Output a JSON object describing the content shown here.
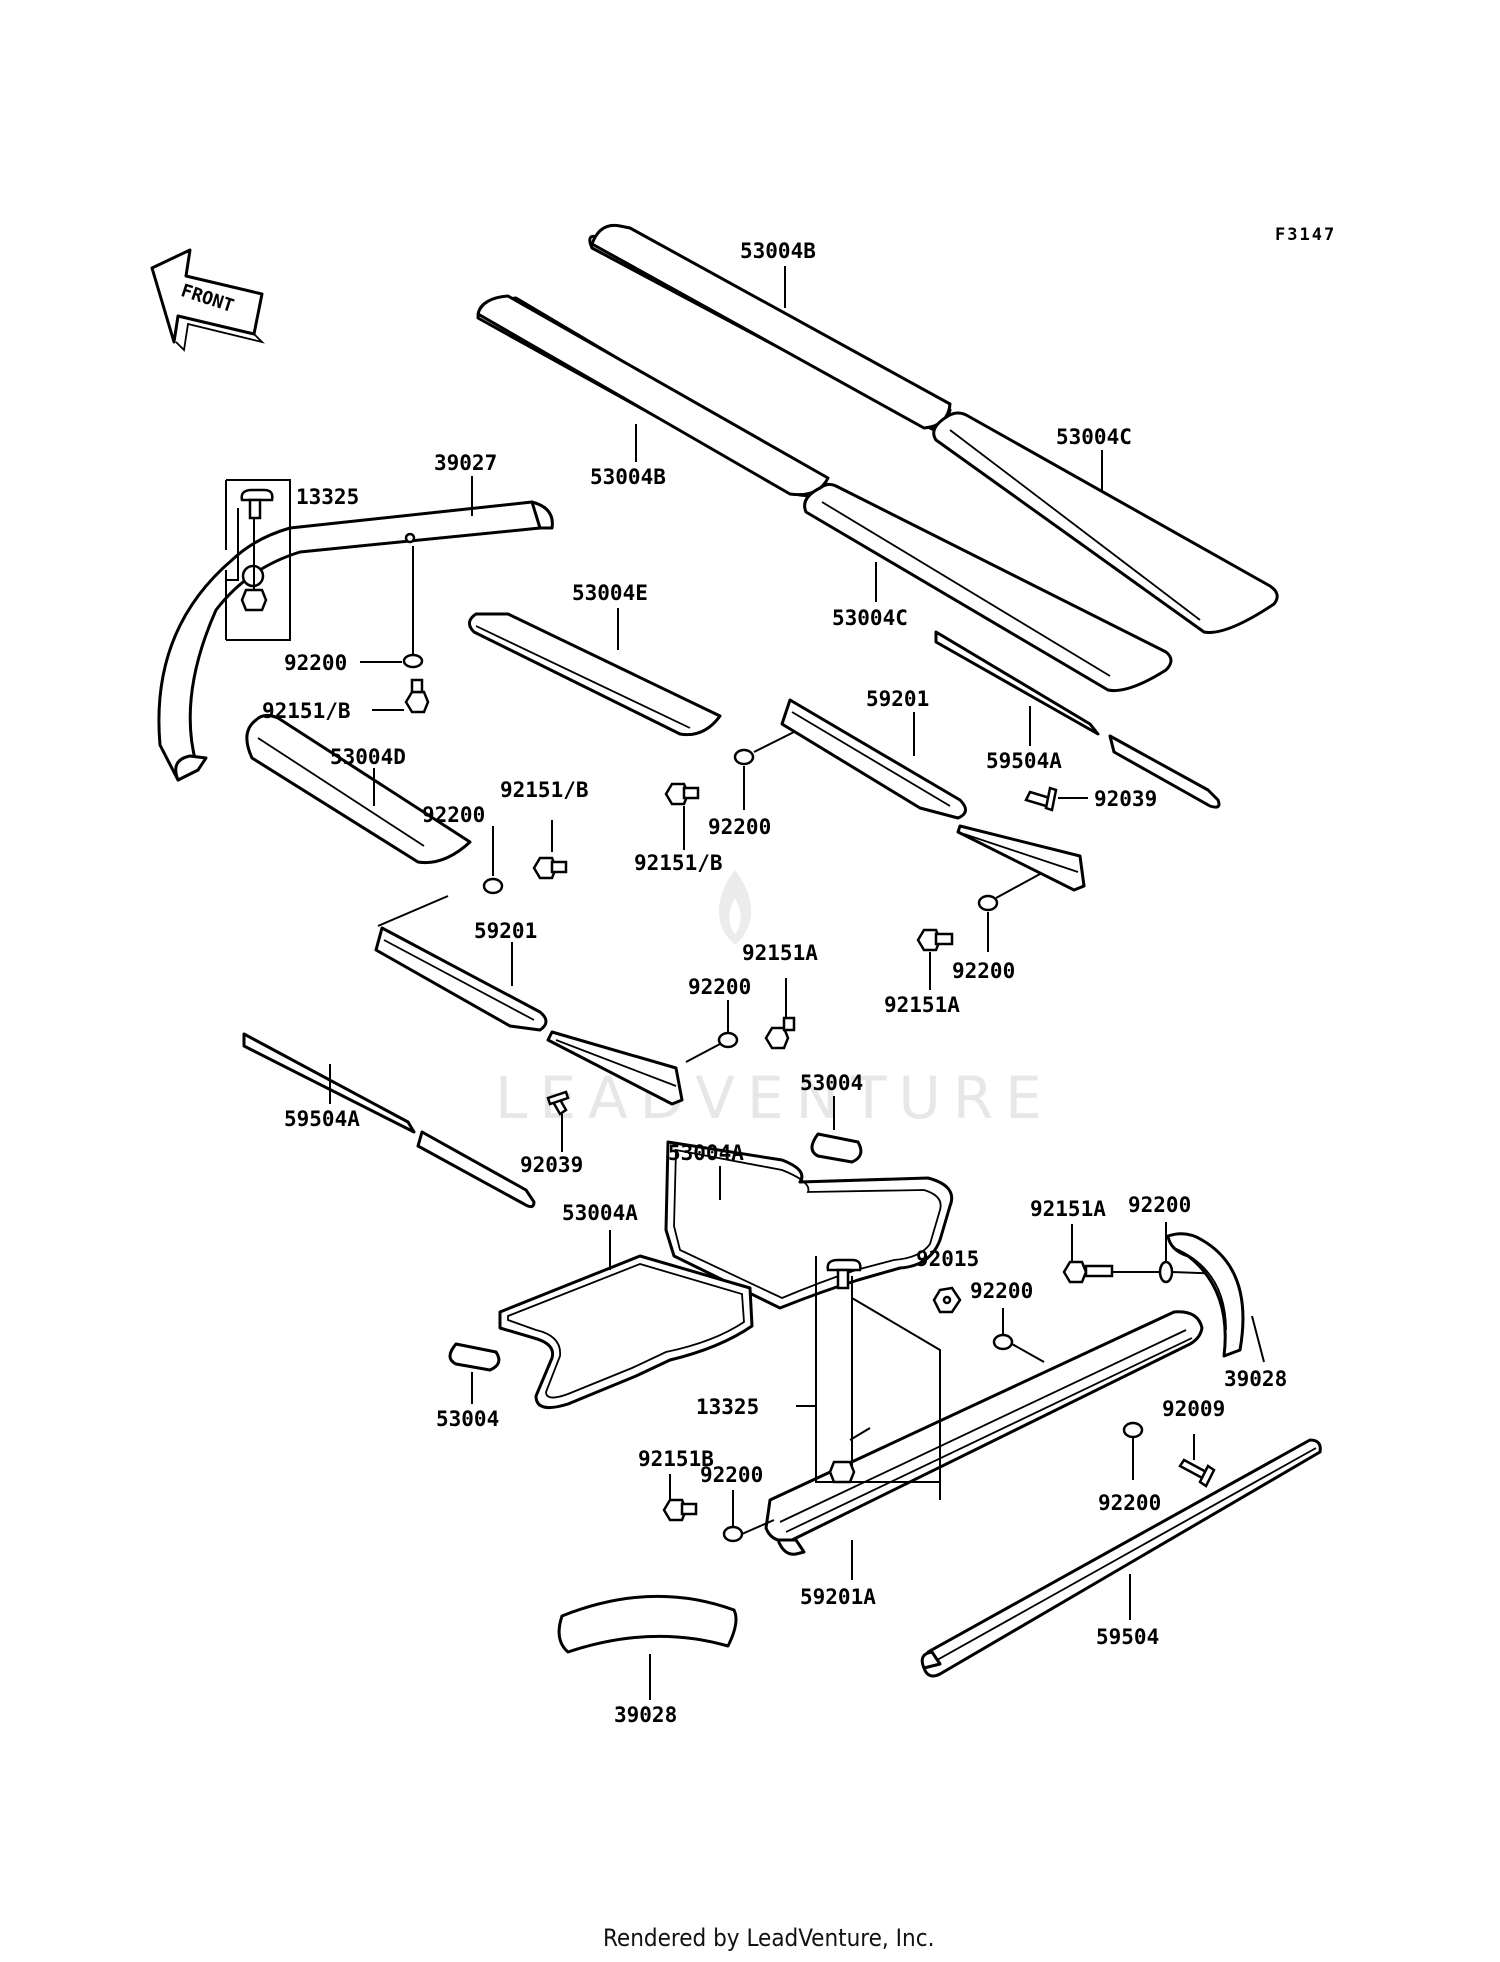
{
  "diagram_code": "F3147",
  "front_label": "FRONT",
  "watermark": "LEADVENTURE",
  "footer": "Rendered by LeadVenture, Inc.",
  "labels": {
    "l53004B_top": "53004B",
    "l53004B_mid": "53004B",
    "l53004C_right": "53004C",
    "l53004C_mid": "53004C",
    "l39027": "39027",
    "l13325_top": "13325",
    "l53004E": "53004E",
    "l92200_a": "92200",
    "l92151B_a": "92151/B",
    "l53004D": "53004D",
    "l59201_top": "59201",
    "l59504A_right": "59504A",
    "l92039_right": "92039",
    "l92151B_b": "92151/B",
    "l92200_b": "92200",
    "l92151B_c": "92151/B",
    "l92200_c": "92200",
    "l59201_left": "59201",
    "l92151A_a": "92151A",
    "l92200_d": "92200",
    "l92200_e": "92200",
    "l92151A_b": "92151A",
    "l53004_top": "53004",
    "l59504A_left": "59504A",
    "l92039_left": "92039",
    "l53004A_top": "53004A",
    "l53004A_bottom": "53004A",
    "l92151A_c": "92151A",
    "l92200_f": "92200",
    "l92015": "92015",
    "l92200_g": "92200",
    "l53004_bottom": "53004",
    "l39028_right": "39028",
    "l13325_bottom": "13325",
    "l92009": "92009",
    "l92151B_d": "92151B",
    "l92200_h": "92200",
    "l92200_i": "92200",
    "l59201A": "59201A",
    "l59504": "59504",
    "l39028_bottom": "39028"
  }
}
